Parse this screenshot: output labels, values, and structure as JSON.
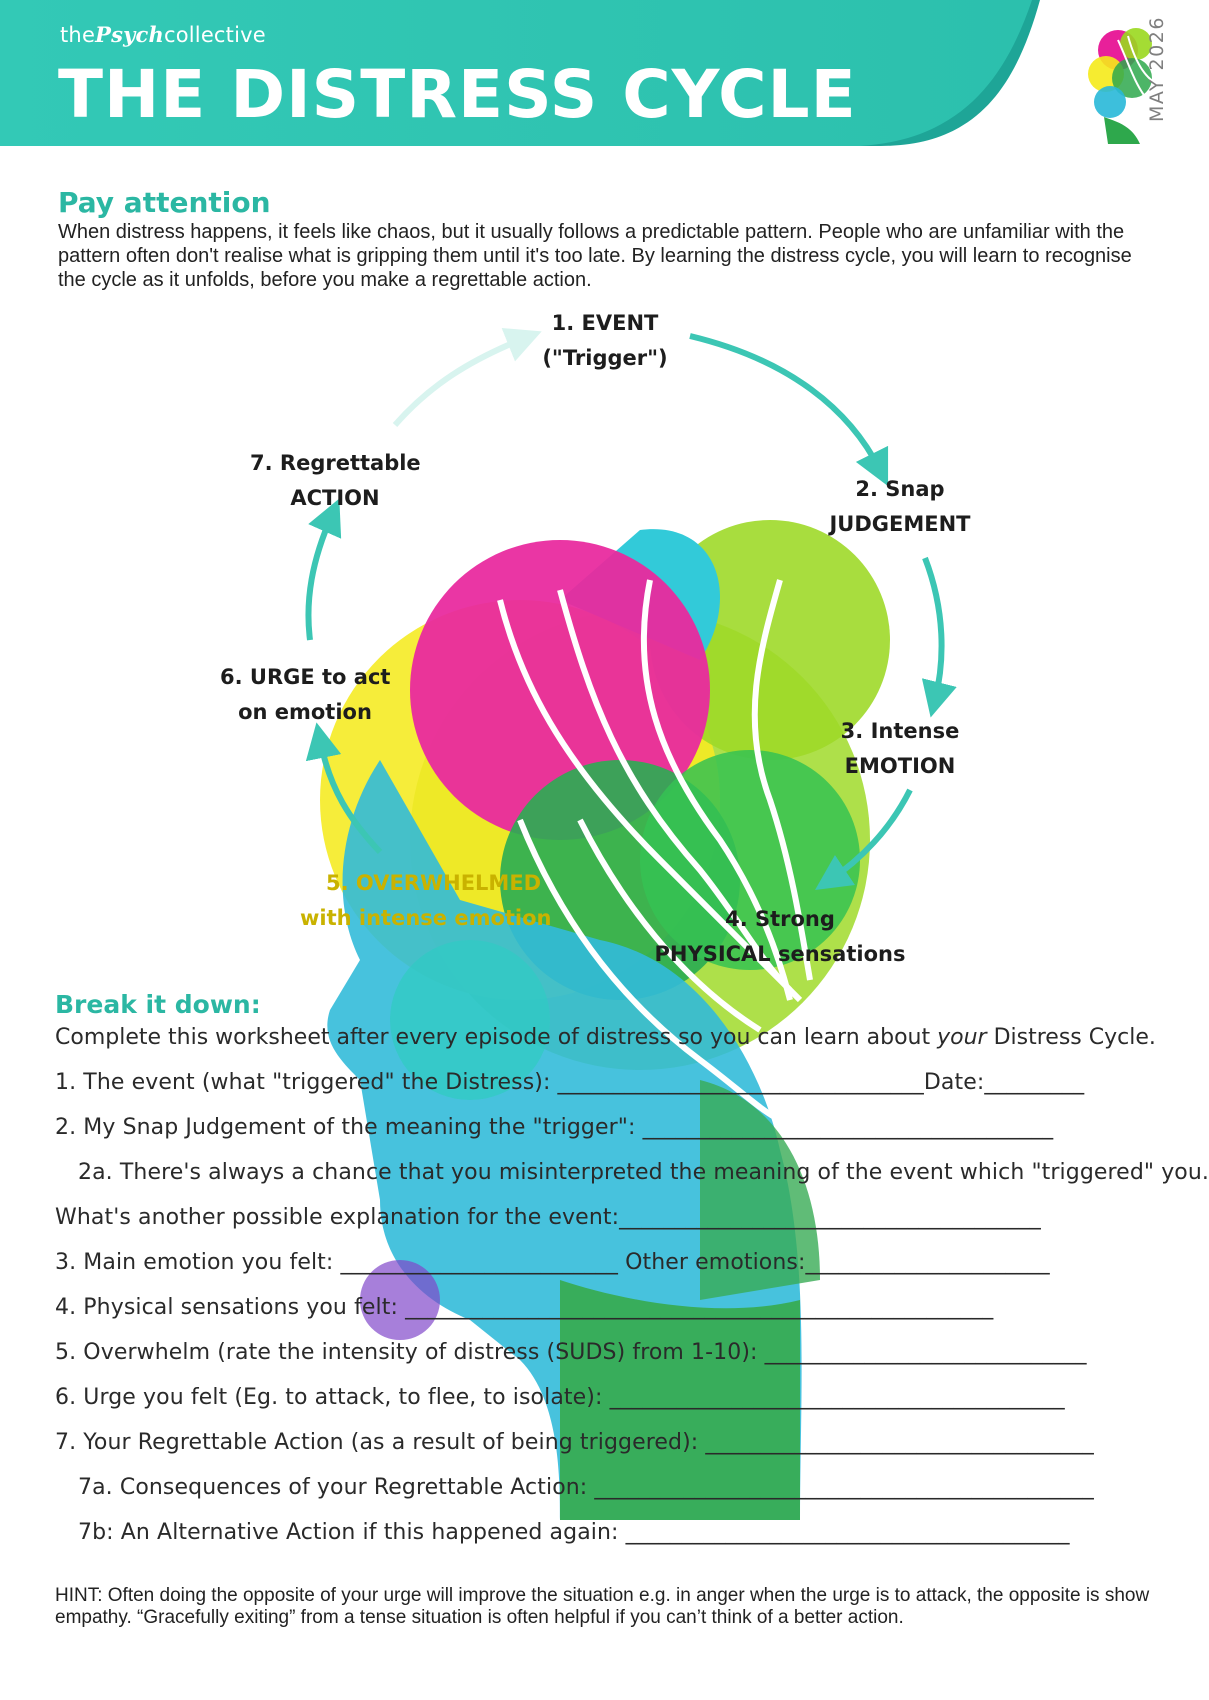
{
  "header": {
    "brand_prefix": "the",
    "brand_script": "Psych",
    "brand_suffix": "collective",
    "title": "THE DISTRESS CYCLE",
    "date": "MAY 2026"
  },
  "intro": {
    "heading": "Pay attention",
    "text": "When distress happens, it feels like chaos, but it usually follows a predictable pattern. People who are unfamiliar with the pattern often don't realise what is gripping them until it's too late. By learning the distress cycle, you will learn to recognise the cycle as it unfolds, before you make a regrettable action."
  },
  "cycle": {
    "stages": [
      {
        "line1": "1. EVENT",
        "line2": "(\"Trigger\")"
      },
      {
        "line1": "2. Snap",
        "line2": "JUDGEMENT"
      },
      {
        "line1": "3. Intense",
        "line2": "EMOTION"
      },
      {
        "line1": "4. Strong",
        "line2": "PHYSICAL  sensations"
      },
      {
        "line1": "5. OVERWHELMED",
        "line2": "with intense emotion"
      },
      {
        "line1": "6. URGE to act",
        "line2": "on emotion"
      },
      {
        "line1": "7. Regrettable",
        "line2": "ACTION"
      }
    ]
  },
  "worksheet": {
    "heading": "Break it down:",
    "sub_before": "Complete this worksheet after every episode of distress so you can learn about ",
    "sub_em": "your",
    "sub_after": " Distress Cycle.",
    "fields": [
      "1. The event (what \"triggered\" the Distress): _________________________________Date:_________",
      "2. My Snap Judgement of the meaning the \"trigger\": _____________________________________",
      "2a. There's always a chance that you misinterpreted the meaning of the event which \"triggered\" you.",
      "What's another possible explanation for the event:______________________________________",
      "3. Main emotion you felt: _________________________   Other emotions:______________________",
      "4. Physical sensations you felt: _____________________________________________________",
      "5. Overwhelm (rate the intensity of distress (SUDS) from 1-10): _____________________________",
      "6. Urge you felt (Eg. to attack, to flee, to isolate): _________________________________________",
      "7. Your Regrettable Action (as a result of being triggered): ___________________________________",
      "7a. Consequences of your Regrettable Action: _____________________________________________",
      "7b: An Alternative Action if this happened again: ________________________________________"
    ]
  },
  "hint": {
    "text": "HINT: Often doing the opposite of your urge will improve the situation e.g. in anger when the urge is to attack, the opposite is show empathy. “Gracefully exiting” from a tense situation is often helpful if you can’t think of a better action."
  },
  "colors": {
    "teal": "#2ec4b0",
    "teal_dark": "#1aa898",
    "arrow": "#3cc6b4",
    "magenta": "#e8209a",
    "lime": "#9ad81e",
    "yellow": "#f5ea1a",
    "green": "#2ea84c",
    "cyan": "#28b8d8"
  }
}
